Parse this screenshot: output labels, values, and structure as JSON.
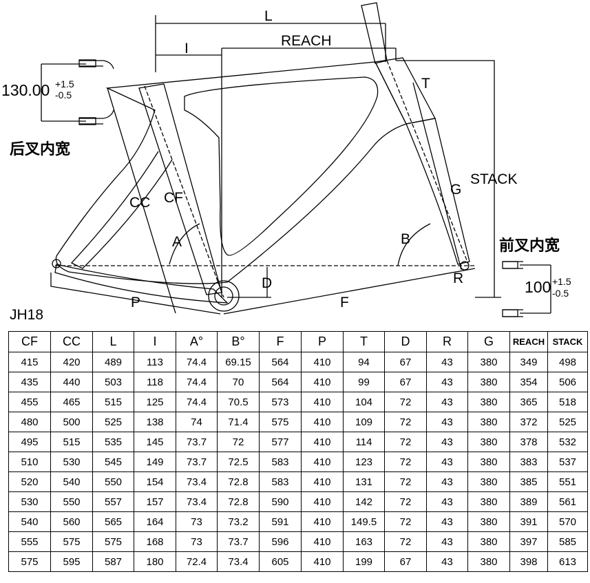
{
  "diagram": {
    "dim_labels": {
      "L": "L",
      "I": "I",
      "REACH": "REACH",
      "T": "T",
      "STACK": "STACK",
      "G": "G",
      "CC": "CC",
      "CF": "CF",
      "A": "A",
      "B": "B",
      "D": "D",
      "R": "R",
      "P": "P",
      "F": "F"
    },
    "rear_spacing": {
      "value": "130.00",
      "tol_plus": "+1.5",
      "tol_minus": "-0.5",
      "caption": "后叉内宽"
    },
    "front_spacing": {
      "value": "100",
      "tol_plus": "+1.5",
      "tol_minus": "-0.5",
      "caption": "前叉内宽"
    }
  },
  "model": "JH18",
  "table": {
    "headers": [
      "CF",
      "CC",
      "L",
      "I",
      "A°",
      "B°",
      "F",
      "P",
      "T",
      "D",
      "R",
      "G",
      "REACH",
      "STACK"
    ],
    "rows": [
      [
        "415",
        "420",
        "489",
        "113",
        "74.4",
        "69.15",
        "564",
        "410",
        "94",
        "67",
        "43",
        "380",
        "349",
        "498"
      ],
      [
        "435",
        "440",
        "503",
        "118",
        "74.4",
        "70",
        "564",
        "410",
        "99",
        "67",
        "43",
        "380",
        "354",
        "506"
      ],
      [
        "455",
        "465",
        "515",
        "125",
        "74.4",
        "70.5",
        "573",
        "410",
        "104",
        "72",
        "43",
        "380",
        "365",
        "518"
      ],
      [
        "480",
        "500",
        "525",
        "138",
        "74",
        "71.4",
        "575",
        "410",
        "109",
        "72",
        "43",
        "380",
        "372",
        "525"
      ],
      [
        "495",
        "515",
        "535",
        "145",
        "73.7",
        "72",
        "577",
        "410",
        "114",
        "72",
        "43",
        "380",
        "378",
        "532"
      ],
      [
        "510",
        "530",
        "545",
        "149",
        "73.7",
        "72.5",
        "583",
        "410",
        "123",
        "72",
        "43",
        "380",
        "383",
        "537"
      ],
      [
        "520",
        "540",
        "550",
        "154",
        "73.4",
        "72.8",
        "583",
        "410",
        "131",
        "72",
        "43",
        "380",
        "385",
        "551"
      ],
      [
        "530",
        "550",
        "557",
        "157",
        "73.4",
        "72.8",
        "590",
        "410",
        "142",
        "72",
        "43",
        "380",
        "389",
        "561"
      ],
      [
        "540",
        "560",
        "565",
        "164",
        "73",
        "73.2",
        "591",
        "410",
        "149.5",
        "72",
        "43",
        "380",
        "391",
        "570"
      ],
      [
        "555",
        "575",
        "575",
        "168",
        "73",
        "73.7",
        "596",
        "410",
        "163",
        "72",
        "43",
        "380",
        "397",
        "585"
      ],
      [
        "575",
        "595",
        "587",
        "180",
        "72.4",
        "73.4",
        "605",
        "410",
        "199",
        "67",
        "43",
        "380",
        "398",
        "613"
      ]
    ]
  }
}
